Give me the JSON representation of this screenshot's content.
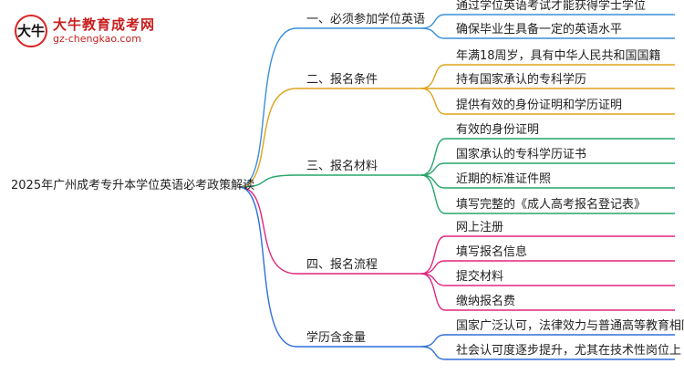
{
  "logo": {
    "mark": "大牛",
    "name": "大牛教育成考网",
    "url": "gz-chengkao.com"
  },
  "root": "2025年广州成考专升本学位英语必考政策解读",
  "branches": [
    {
      "label": "一、必须参加学位英语",
      "color": "#3b8fd9",
      "leaves": [
        "通过学位英语考试才能获得学士学位",
        "确保毕业生具备一定的英语水平"
      ]
    },
    {
      "label": "二、报名条件",
      "color": "#e0a21c",
      "leaves": [
        "年满18周岁，具有中华人民共和国国籍",
        "持有国家承认的专科学历",
        "提供有效的身份证明和学历证明"
      ]
    },
    {
      "label": "三、报名材料",
      "color": "#26a66b",
      "leaves": [
        "有效的身份证明",
        "国家承认的专科学历证书",
        "近期的标准证件照",
        "填写完整的《成人高考报名登记表》"
      ]
    },
    {
      "label": "四、报名流程",
      "color": "#e0277f",
      "leaves": [
        "网上注册",
        "填写报名信息",
        "提交材料",
        "缴纳报名费"
      ]
    },
    {
      "label": "学历含金量",
      "color": "#2f6fd8",
      "leaves": [
        "国家广泛认可，法律效力与普通高等教育相同",
        "社会认可度逐步提升，尤其在技术性岗位上"
      ]
    }
  ]
}
